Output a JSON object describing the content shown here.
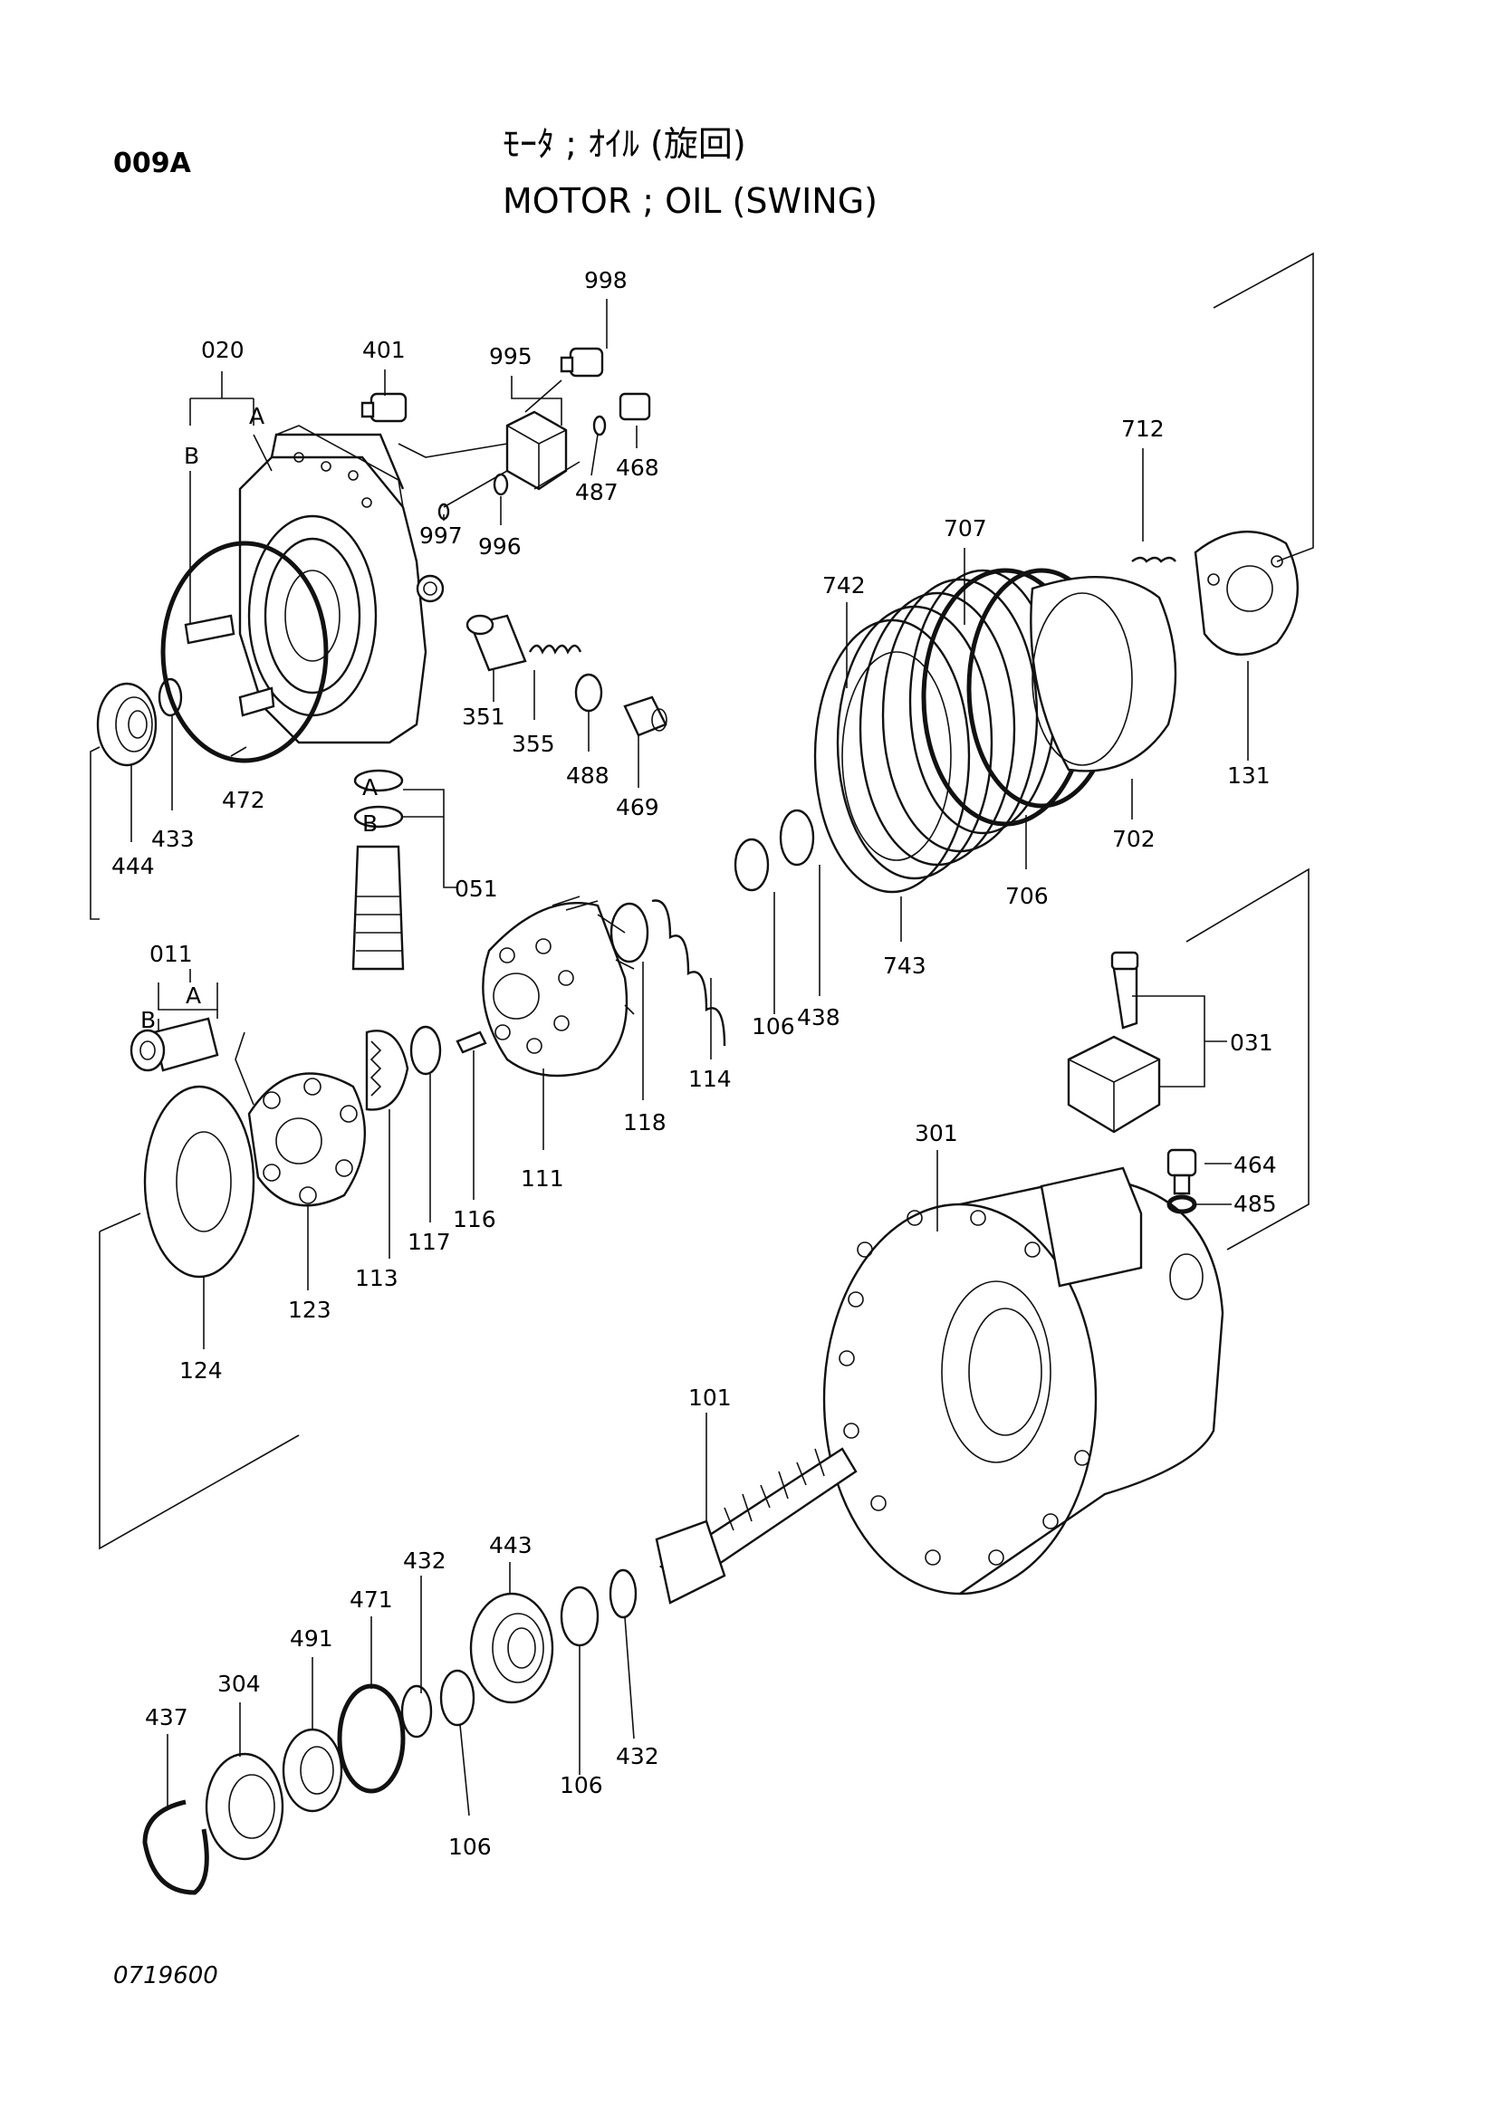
{
  "header": {
    "code": "009A",
    "title_jp": "ﾓｰﾀ ; ｵｲﾙ (旋回)",
    "title_en": "MOTOR ; OIL (SWING)"
  },
  "footer": {
    "reference": "0719600"
  },
  "callouts": {
    "c998": "998",
    "c995": "995",
    "c401": "401",
    "c020": "020",
    "c468": "468",
    "c487": "487",
    "c997": "997",
    "c996": "996",
    "c712": "712",
    "c707": "707",
    "c742": "742",
    "c351": "351",
    "c355": "355",
    "c488": "488",
    "c469": "469",
    "c472": "472",
    "c433": "433",
    "c444": "444",
    "c131": "131",
    "c702": "702",
    "c706": "706",
    "c743": "743",
    "c438": "438",
    "c106a": "106",
    "c114": "114",
    "c118": "118",
    "c051": "051",
    "c011": "011",
    "c111": "111",
    "c116": "116",
    "c117": "117",
    "c113": "113",
    "c123": "123",
    "c124": "124",
    "c031": "031",
    "c301": "301",
    "c464": "464",
    "c485": "485",
    "c101": "101",
    "c443": "443",
    "c432a": "432",
    "c471": "471",
    "c491": "491",
    "c304": "304",
    "c437": "437",
    "c106b": "106",
    "c432b": "432",
    "c106c": "106"
  },
  "sublabels": {
    "a020": "A",
    "b020": "B",
    "a051": "A",
    "b051": "B",
    "a011": "A",
    "b011": "B"
  }
}
